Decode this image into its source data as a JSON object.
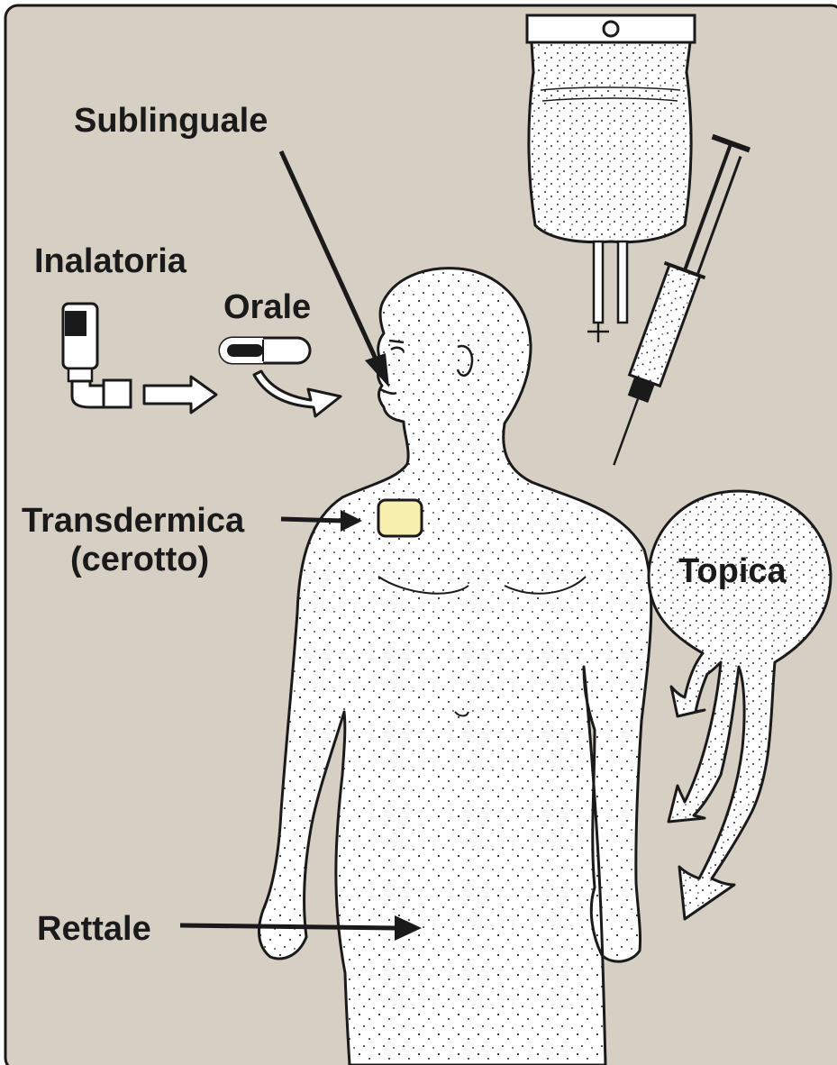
{
  "colors": {
    "background": "#d6cfc4",
    "body_fill": "#ffffff",
    "outline": "#1a1a1a",
    "patch_fill": "#f7efad",
    "speckle": "#2a2a2a"
  },
  "labels": {
    "sublingual": "Sublinguale",
    "inhalation": "Inalatoria",
    "oral": "Orale",
    "transdermal_line1": "Transdermica",
    "transdermal_line2": "(cerotto)",
    "topical": "Topica",
    "rectal": "Rettale"
  },
  "icons": [
    "iv-bag-icon",
    "syringe-icon",
    "inhaler-icon",
    "capsule-icon",
    "transdermal-patch-icon",
    "human-figure"
  ]
}
